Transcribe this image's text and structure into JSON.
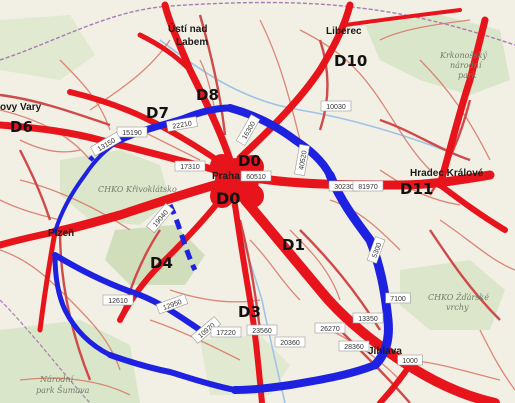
{
  "colors": {
    "background": "#f2efe4",
    "forest": "#d6e4c4",
    "forest_dark": "#c7dab2",
    "border": "#a97cb3",
    "secondary_road": "#d04a4a",
    "minor_road": "#d97b6b",
    "major_road": "#e8141b",
    "ring_road": "#1e22e0",
    "river": "#9fc4e6"
  },
  "cities": {
    "praha": "Praha",
    "plzen": "Plzeň",
    "liberec": "Liberec",
    "usti_line1": "Ústí nad",
    "usti_line2": "Labem",
    "hradec": "Hradec Králové",
    "jihlava": "Jihlava",
    "vary": "ovy Vary"
  },
  "areas": {
    "krkonossky_line1": "Krkonošský",
    "krkonossky_line2": "národní",
    "krkonossky_line3": "park",
    "krivoklatsko": "CHKO Křivoklátsko",
    "zdarske_line1": "CHKO Žďárské",
    "zdarske_line2": "vrchy",
    "sumava_line1": "Národní",
    "sumava_line2": "park Šumava"
  },
  "roads": {
    "d0_north": "D0",
    "d0_south": "D0",
    "d1": "D1",
    "d3": "D3",
    "d4": "D4",
    "d6": "D6",
    "d7": "D7",
    "d8": "D8",
    "d10": "D10",
    "d11": "D11"
  },
  "traffic_counts": {
    "c_16300": "16300",
    "c_15190": "15190",
    "c_22210": "22210",
    "c_17310": "17310",
    "c_19040": "19040",
    "c_60510": "60510",
    "c_40520": "40520",
    "c_30230": "30230",
    "c_81970": "81970",
    "c_10030": "10030",
    "c_13150": "13150",
    "c_12610": "12610",
    "c_12950": "12950",
    "c_10970": "10970",
    "c_17220": "17220",
    "c_23560": "23560",
    "c_20360": "20360",
    "c_26270": "26270",
    "c_28360": "28360",
    "c_13350": "13350",
    "c_1000": "1000",
    "c_7100": "7100",
    "c_5300": "5300"
  }
}
